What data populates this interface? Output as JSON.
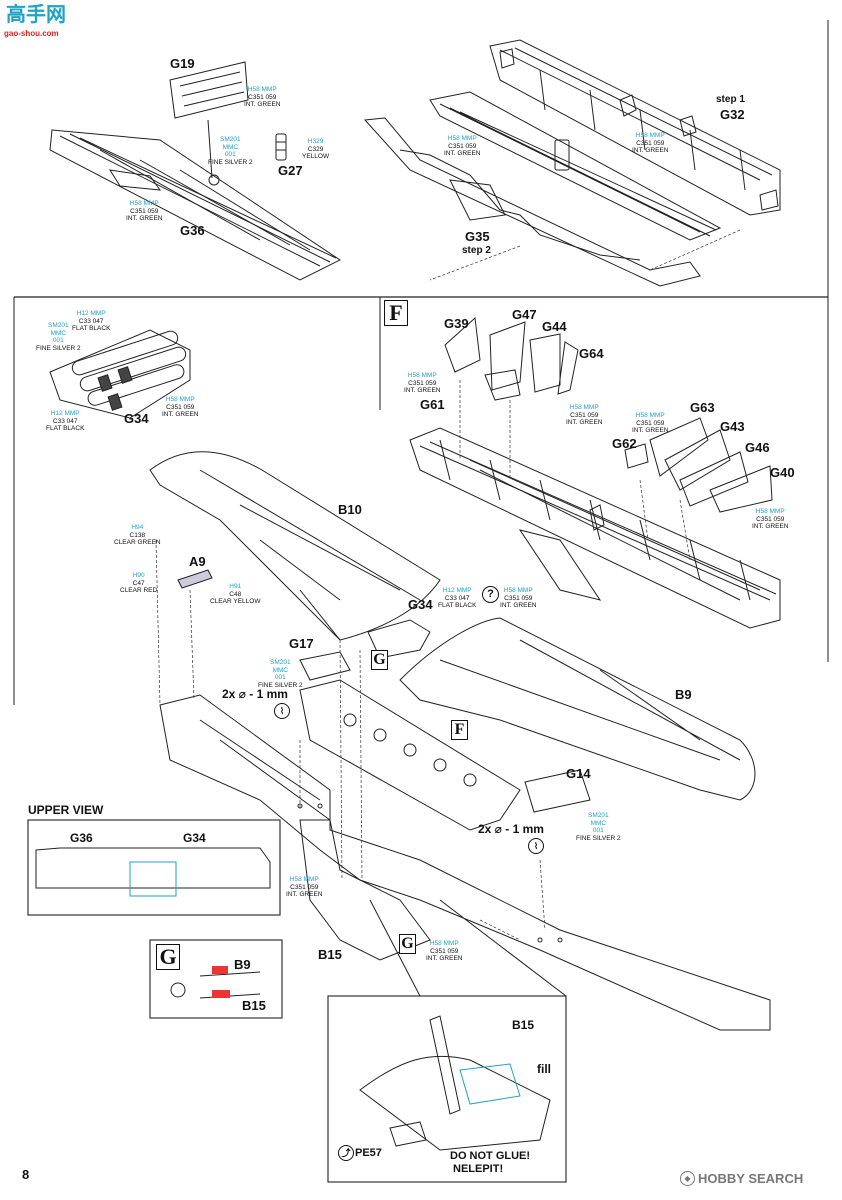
{
  "watermark_top": {
    "chinese": "高手网",
    "url": "gao-shou.com"
  },
  "parts": {
    "G19": "G19",
    "G27": "G27",
    "G36": "G36",
    "G32": "G32",
    "G35": "G35",
    "G34": "G34",
    "G39": "G39",
    "G47": "G47",
    "G44": "G44",
    "G64": "G64",
    "G61": "G61",
    "G63": "G63",
    "G43": "G43",
    "G62": "G62",
    "G46": "G46",
    "G40": "G40",
    "B10": "B10",
    "A9": "A9",
    "G17": "G17",
    "B9": "B9",
    "G14": "G14",
    "B15": "B15",
    "PE57": "PE57"
  },
  "steps": {
    "step1": "step 1",
    "step2": "step 2"
  },
  "sections": {
    "F": "F",
    "G": "G",
    "help": "?"
  },
  "drill": {
    "label": "2x ⌀ - 1 mm"
  },
  "upper_view": {
    "title": "UPPER VIEW",
    "left": "G36",
    "right": "G34"
  },
  "detail": {
    "fill": "fill",
    "warn1": "DO NOT GLUE!",
    "warn2": "NELEPIT!"
  },
  "paints": {
    "int_green": {
      "l1": "H58  MMP",
      "l2": "C351  059",
      "l3": "INT. GREEN"
    },
    "fine_silver": {
      "l1": "SM201",
      "l2": "MMC",
      "l3": "001",
      "l4": "FINE SILVER 2"
    },
    "yellow": {
      "l1": "H329",
      "l2": "C329",
      "l3": "YELLOW"
    },
    "flat_black": {
      "l1": "H12  MMP",
      "l2": "C33  047",
      "l3": "FLAT BLACK"
    },
    "clear_green": {
      "l1": "H94",
      "l2": "C138",
      "l3": "CLEAR GREEN"
    },
    "clear_red": {
      "l1": "H90",
      "l2": "C47",
      "l3": "CLEAR RED"
    },
    "clear_yellow": {
      "l1": "H91",
      "l2": "C48",
      "l3": "CLEAR YELLOW"
    }
  },
  "footer": {
    "page_number": "8",
    "brand": "HOBBY SEARCH"
  }
}
